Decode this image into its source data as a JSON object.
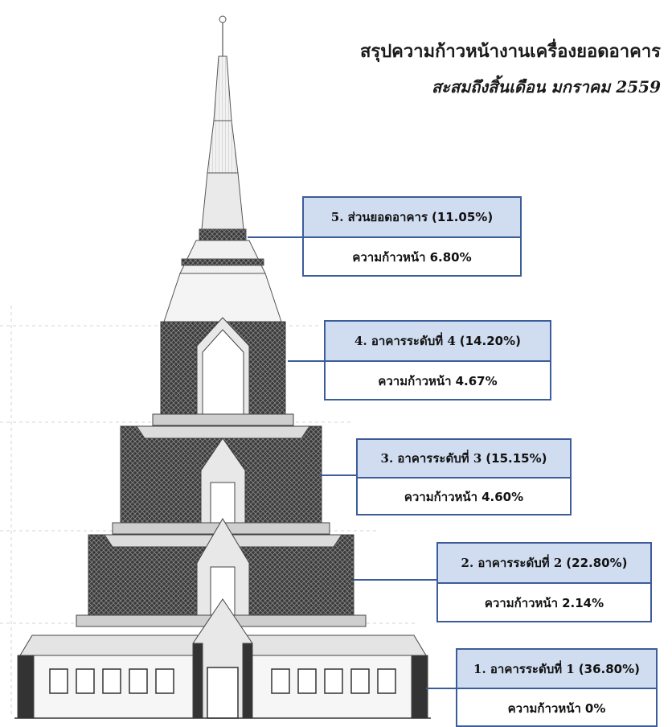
{
  "title": {
    "main": "สรุปความก้าวหน้างานเครื่องยอดอาคาร",
    "subtitle": "สะสมถึงสิ้นเดือน มกราคม 2559"
  },
  "progress_label": "ความก้าวหน้า",
  "levels": [
    {
      "label": "5. ส่วนยอดอาคาร",
      "weight": "(11.05%)",
      "progress": "6.80%"
    },
    {
      "label": "4. อาคารระดับที่ 4",
      "weight": "(14.20%)",
      "progress": "4.67%"
    },
    {
      "label": "3. อาคารระดับที่ 3",
      "weight": "(15.15%)",
      "progress": "4.60%"
    },
    {
      "label": "2. อาคารระดับที่ 2",
      "weight": "(22.80%)",
      "progress": "2.14%"
    },
    {
      "label": "1. อาคารระดับที่ 1",
      "weight": "(36.80%)",
      "progress": "0%"
    }
  ],
  "colors": {
    "callout_border": "#3c5d9a",
    "callout_header": "#d0dcf0",
    "drawing_dark": "#2e2e2e",
    "drawing_line": "#555555"
  }
}
